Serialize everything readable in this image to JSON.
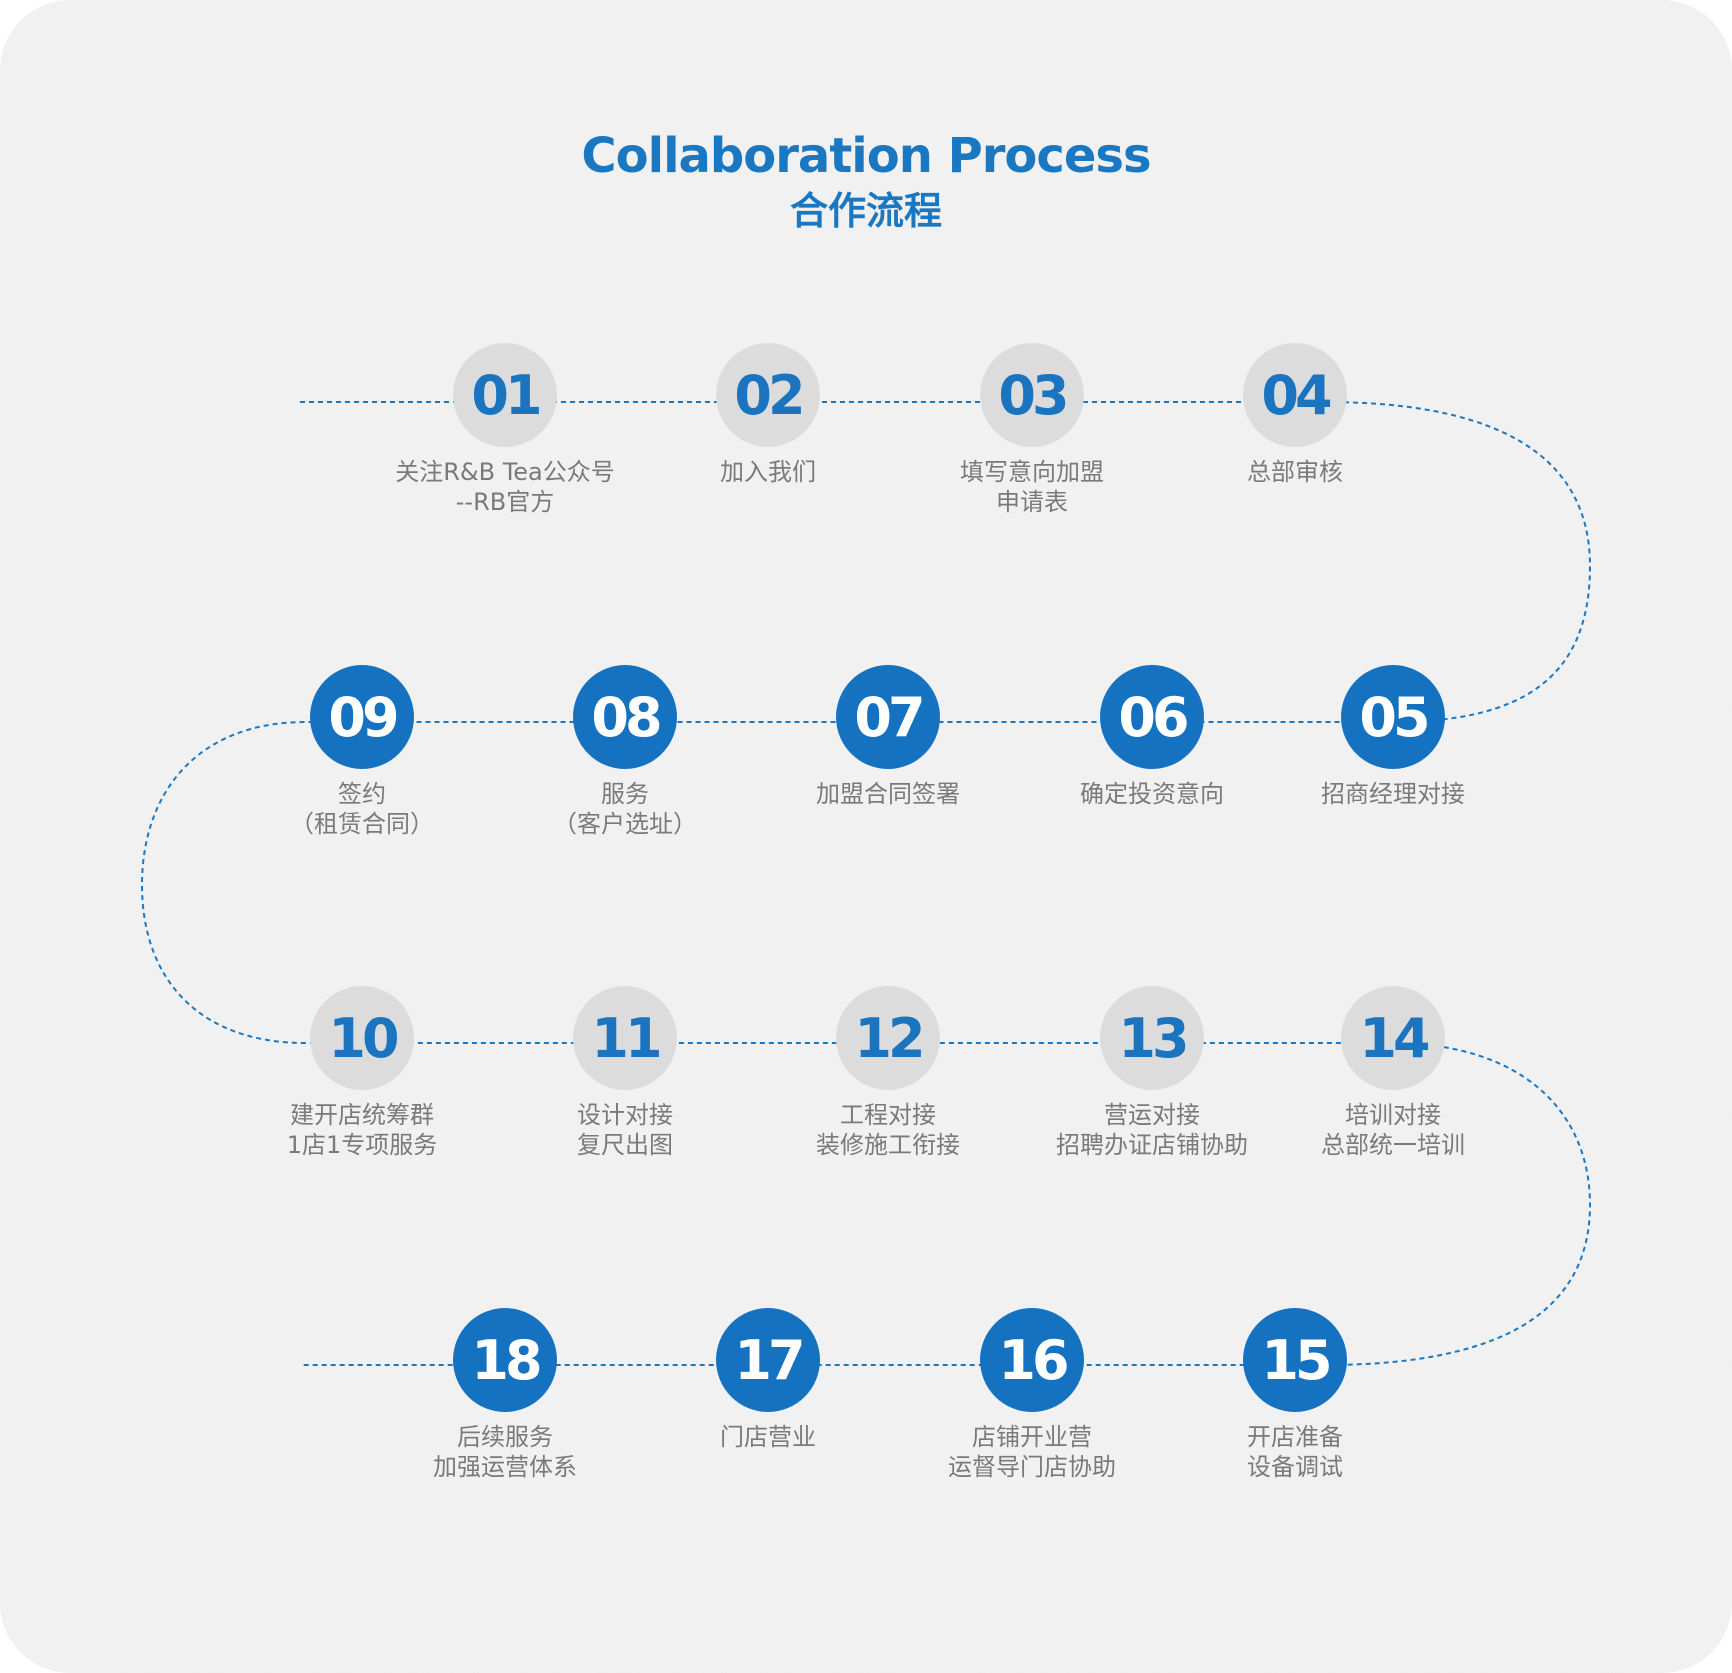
{
  "title": {
    "english": "Collaboration Process",
    "chinese": "合作流程"
  },
  "colors": {
    "accent": "#1572c1",
    "circle_light": "#dcdcdc",
    "label_text": "#7a7a7a",
    "path": "#1a78c2",
    "background": "#f3f3f3"
  },
  "steps": [
    {
      "number": "01",
      "lines": [
        "关注R&B Tea公众号",
        "--RB官方"
      ],
      "style": "light"
    },
    {
      "number": "02",
      "lines": [
        "加入我们",
        ""
      ],
      "style": "light"
    },
    {
      "number": "03",
      "lines": [
        "填写意向加盟",
        "申请表"
      ],
      "style": "light"
    },
    {
      "number": "04",
      "lines": [
        "总部审核",
        ""
      ],
      "style": "light"
    },
    {
      "number": "05",
      "lines": [
        "招商经理对接",
        ""
      ],
      "style": "dark"
    },
    {
      "number": "06",
      "lines": [
        "确定投资意向",
        ""
      ],
      "style": "dark"
    },
    {
      "number": "07",
      "lines": [
        "加盟合同签署",
        ""
      ],
      "style": "dark"
    },
    {
      "number": "08",
      "lines": [
        "服务",
        "（客户选址）"
      ],
      "style": "dark"
    },
    {
      "number": "09",
      "lines": [
        "签约",
        "（租赁合同）"
      ],
      "style": "dark"
    },
    {
      "number": "10",
      "lines": [
        "建开店统筹群",
        "1店1专项服务"
      ],
      "style": "light"
    },
    {
      "number": "11",
      "lines": [
        "设计对接",
        "复尺出图"
      ],
      "style": "light"
    },
    {
      "number": "12",
      "lines": [
        "工程对接",
        "装修施工衔接"
      ],
      "style": "light"
    },
    {
      "number": "13",
      "lines": [
        "营运对接",
        "招聘办证店铺协助"
      ],
      "style": "light"
    },
    {
      "number": "14",
      "lines": [
        "培训对接",
        "总部统一培训"
      ],
      "style": "light"
    },
    {
      "number": "15",
      "lines": [
        "开店准备",
        "设备调试"
      ],
      "style": "dark"
    },
    {
      "number": "16",
      "lines": [
        "店铺开业营",
        "运督导门店协助"
      ],
      "style": "dark"
    },
    {
      "number": "17",
      "lines": [
        "门店营业",
        ""
      ],
      "style": "dark"
    },
    {
      "number": "18",
      "lines": [
        "后续服务",
        "加强运营体系"
      ],
      "style": "dark"
    }
  ]
}
